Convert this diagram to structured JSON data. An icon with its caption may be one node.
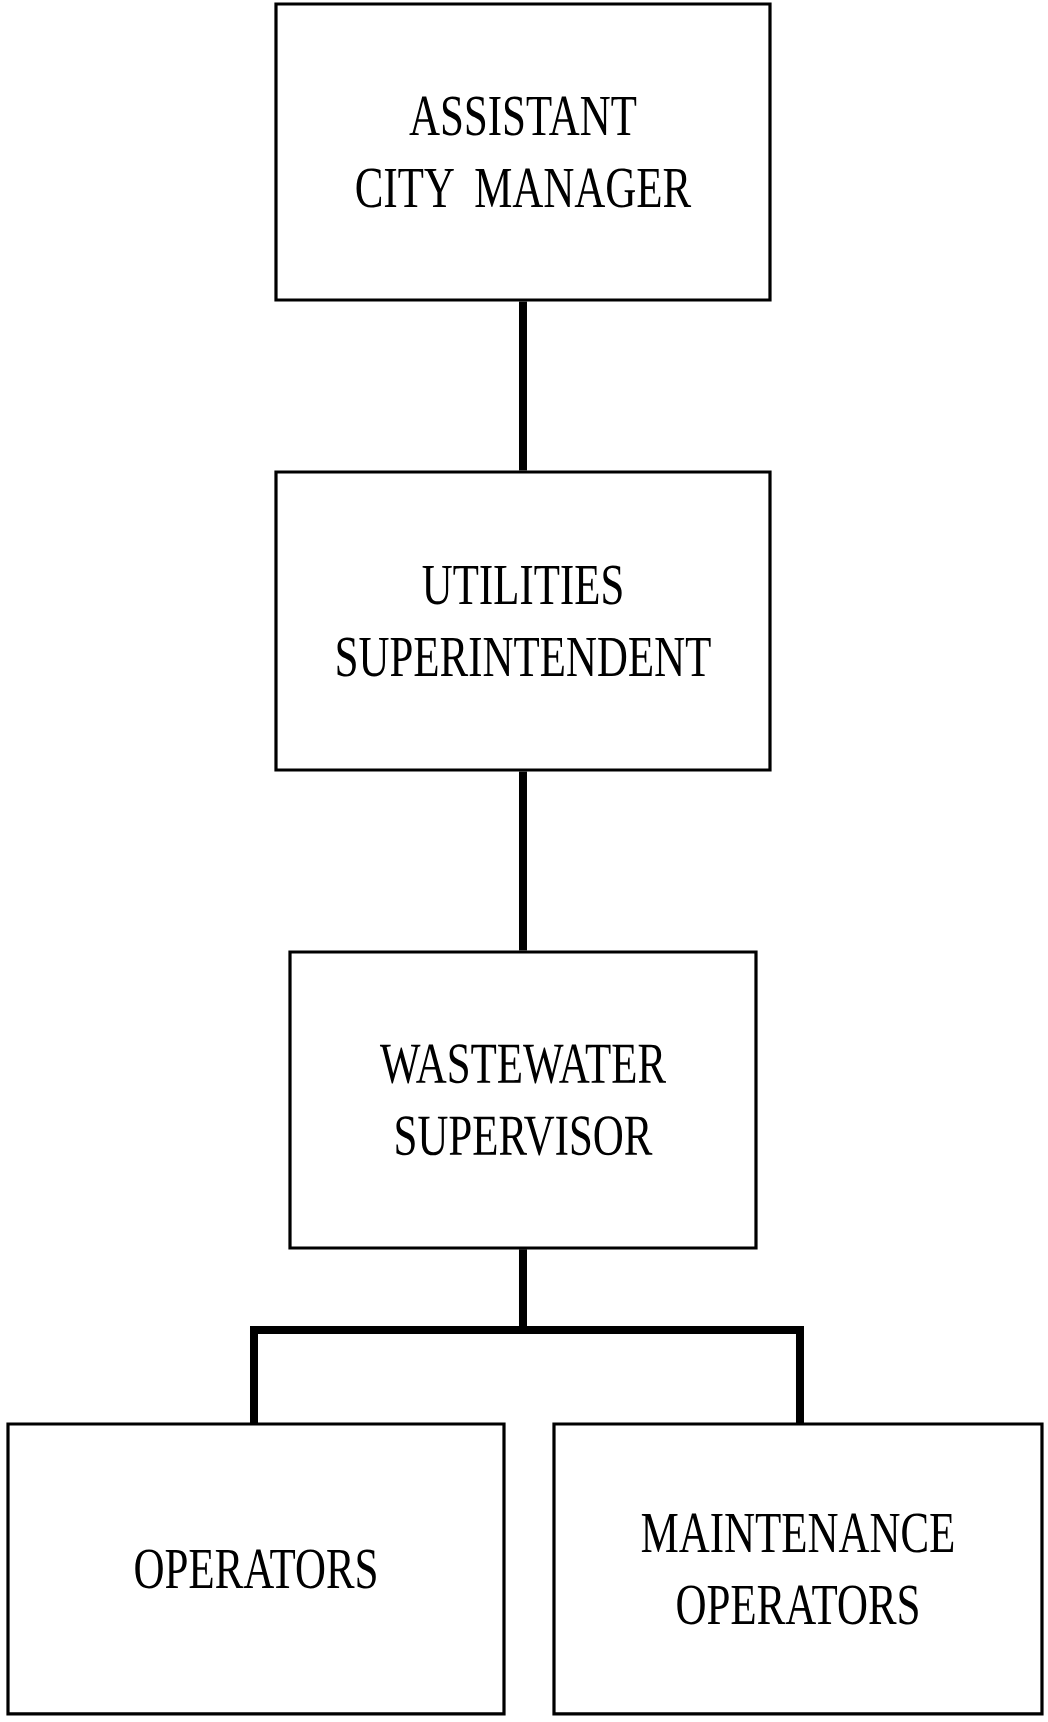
{
  "diagram": {
    "nodes": [
      {
        "text": [
          "ASSISTANT CITY MANAGER"
        ]
      },
      {
        "text": [
          "UTILITIES SUPERINTENDENT"
        ]
      },
      {
        "text": [
          "WASTEWATER SUPERVISOR"
        ]
      },
      {
        "text": [
          "OPERATORS"
        ]
      },
      {
        "text": [
          "MAINTENANCE OPERATORS"
        ]
      }
    ],
    "edges": [
      {
        "from": 0,
        "to": 1,
        "arrow": "none"
      },
      {
        "from": 1,
        "to": 2,
        "arrow": "none"
      },
      {
        "from": 2,
        "to": 3,
        "arrow": "none"
      },
      {
        "from": 2,
        "to": 4,
        "arrow": "none"
      }
    ]
  }
}
